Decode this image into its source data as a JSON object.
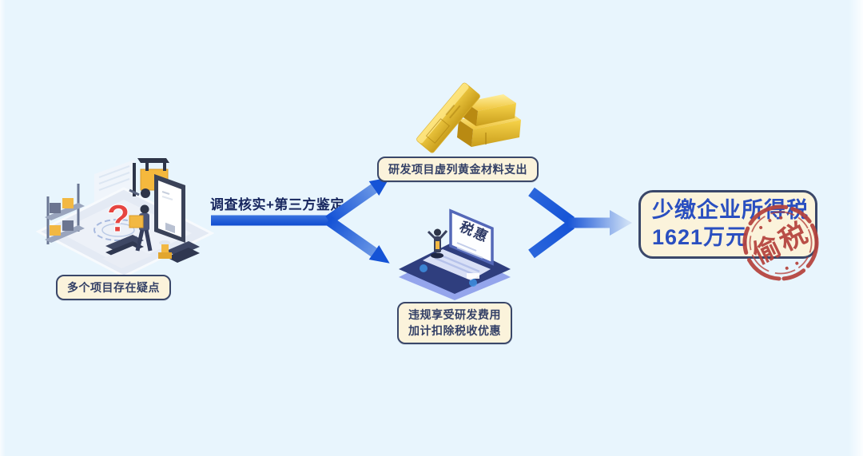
{
  "meta": {
    "kind": "tax-case-flow-infographic"
  },
  "colors": {
    "canvas_bg": "#e8f5fd",
    "badge_bg": "#fbf3db",
    "badge_border": "#3a4769",
    "badge_text": "#323f66",
    "arrow_blue": "#1553d6",
    "arrow_light_blue": "#9cbdef",
    "result_text_blue": "#2a4fc0",
    "stamp_red": "#b5423c",
    "gold": "#e8b923",
    "question_red": "#e64541"
  },
  "flow": {
    "source": {
      "caption": "多个项目存在疑点"
    },
    "process_label": "调查核实+第三方鉴定",
    "branch_top": {
      "caption": "研发项目虚列黄金材料支出"
    },
    "branch_bottom": {
      "caption_line1": "违规享受研发费用",
      "caption_line2": "加计扣除税收优惠"
    },
    "result": {
      "line1": "少缴企业所得税",
      "line2": "1621万元",
      "stamp_text": "偷税"
    }
  },
  "illustrations": {
    "question_mark": "?",
    "laptop_screen_text": "税惠"
  }
}
